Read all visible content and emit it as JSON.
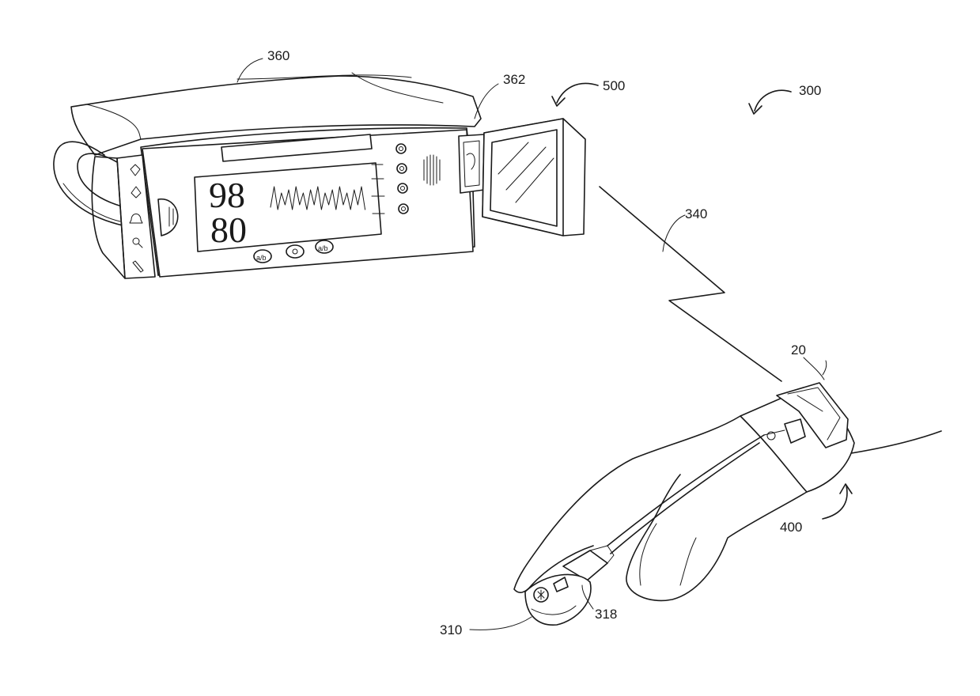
{
  "figure": {
    "reference_labels": {
      "monitor": "360",
      "module_slot": "362",
      "module_arrow": "500",
      "system_arrow": "300",
      "wireless_link": "340",
      "wrist_unit": "20",
      "wrist_arrow": "400",
      "finger_sensor": "310",
      "cable_connector": "318"
    },
    "display": {
      "reading_top": "98",
      "reading_bottom": "80"
    },
    "icons": {
      "side_panel": [
        "dropper-icon",
        "drop-icon",
        "bell-icon",
        "magnifier-icon",
        "pen-icon"
      ],
      "front_buttons": [
        "a-b-button-icon",
        "gear-button-icon",
        "a-b-button-icon"
      ],
      "right_knobs": 4
    }
  }
}
